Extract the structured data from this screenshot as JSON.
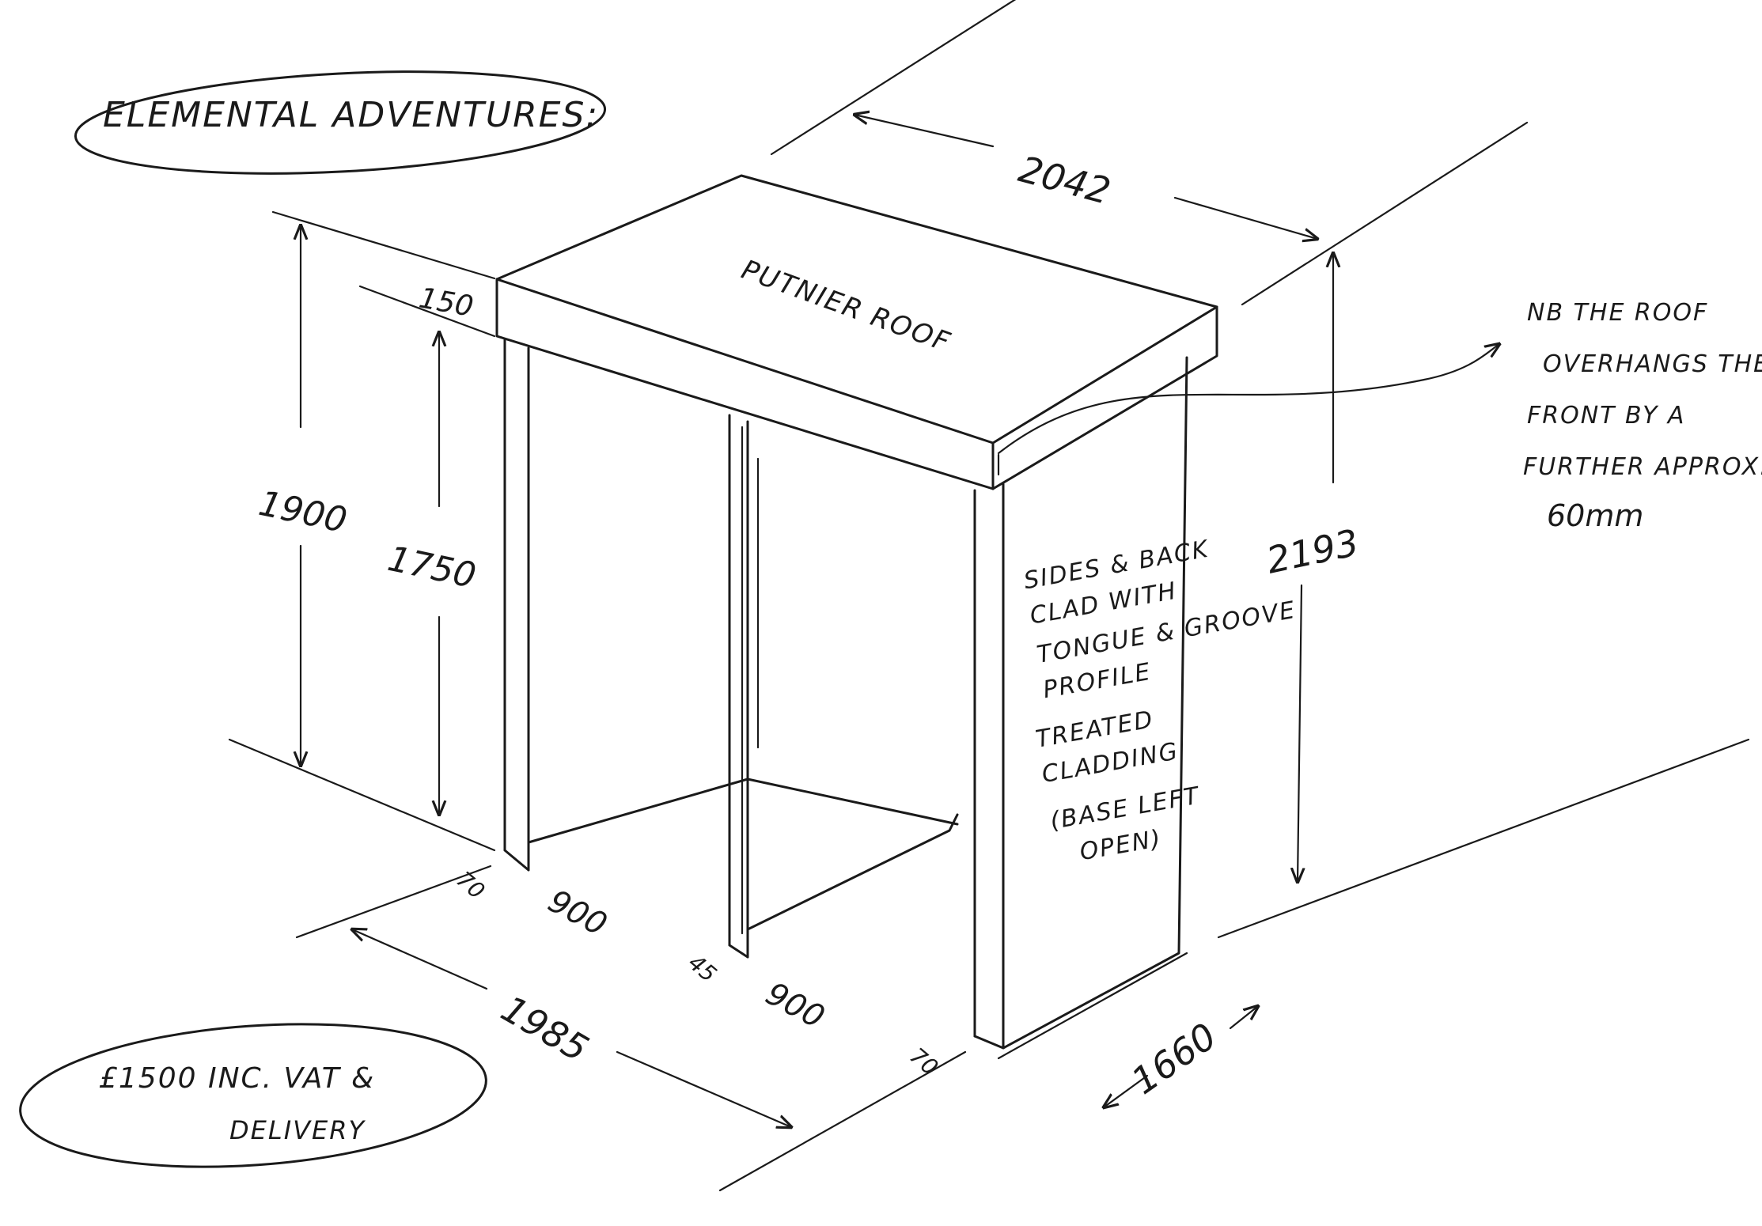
{
  "title": "ELEMENTAL ADVENTURES:",
  "roof_label": "PUTNIER ROOF",
  "cladding_note": [
    "SIDES & BACK",
    "CLAD WITH",
    "TONGUE & GROOVE",
    "PROFILE",
    "TREATED",
    "CLADDING",
    "(BASE LEFT",
    "OPEN)"
  ],
  "roof_note": [
    "NB  THE ROOF",
    "OVERHANGS THE",
    "FRONT BY A",
    "FURTHER APPROX.",
    "60mm"
  ],
  "price_note": [
    "£1500 INC. VAT &",
    "DELIVERY"
  ],
  "dimensions": {
    "top_width": "2042",
    "roof_thickness": "150",
    "overall_front_height": "1900",
    "opening_height": "1750",
    "overall_back_height": "2193",
    "bay_left": "900",
    "bay_right": "900",
    "overall_width": "1985",
    "depth": "1660",
    "post_left": "70",
    "post_mid": "45",
    "post_right": "70"
  }
}
